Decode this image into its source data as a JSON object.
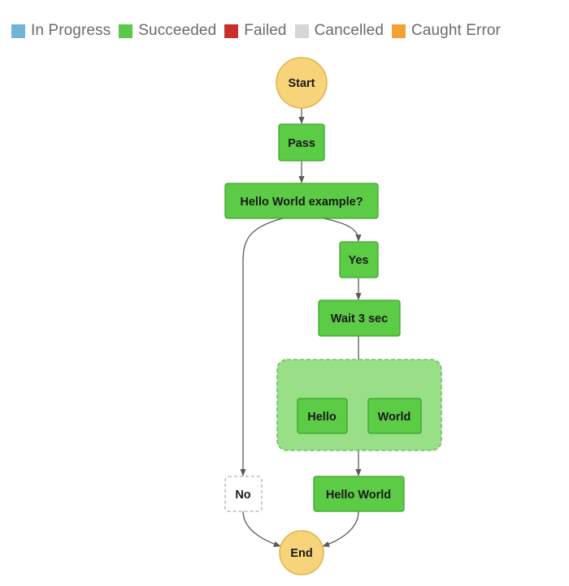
{
  "legend": {
    "items": [
      {
        "label": "In Progress",
        "color": "#6fb3d9"
      },
      {
        "label": "Succeeded",
        "color": "#5cc84a"
      },
      {
        "label": "Failed",
        "color": "#c8312b"
      },
      {
        "label": "Cancelled",
        "color": "#d6d6d6"
      },
      {
        "label": "Caught Error",
        "color": "#f0a235"
      }
    ]
  },
  "colors": {
    "succeeded_fill": "#5ccb45",
    "succeeded_stroke": "#3ea52c",
    "terminal_fill": "#f7d37a",
    "terminal_stroke": "#e2b24c",
    "parallel_fill": "#98df88",
    "parallel_stroke": "#55bd44",
    "not_run_stroke": "#b0b0b0",
    "edge": "#5a5a5a"
  },
  "nodes": {
    "start": {
      "label": "Start",
      "status": "terminal"
    },
    "pass": {
      "label": "Pass",
      "status": "succeeded"
    },
    "choice": {
      "label": "Hello World example?",
      "status": "succeeded"
    },
    "yes": {
      "label": "Yes",
      "status": "succeeded"
    },
    "wait": {
      "label": "Wait 3 sec",
      "status": "succeeded"
    },
    "hello": {
      "label": "Hello",
      "status": "succeeded"
    },
    "world": {
      "label": "World",
      "status": "succeeded"
    },
    "no": {
      "label": "No",
      "status": "not-run"
    },
    "hello_world": {
      "label": "Hello World",
      "status": "succeeded"
    },
    "end": {
      "label": "End",
      "status": "terminal"
    }
  }
}
